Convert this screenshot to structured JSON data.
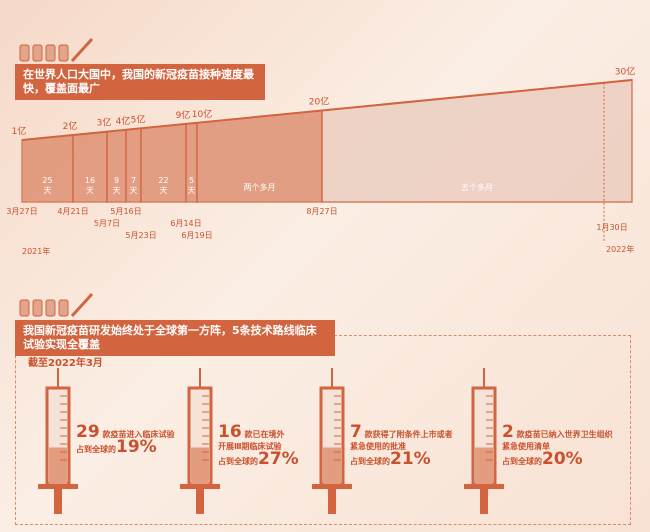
{
  "header1": {
    "title": "在世界人口大国中，我国的新冠疫苗接种速度最快，覆盖面最广"
  },
  "chart_data": {
    "type": "area",
    "title": "在世界人口大国中，我国的新冠疫苗接种速度最快，覆盖面最广",
    "unit": "亿剂",
    "points": [
      {
        "date": "3月27日",
        "value": 1,
        "label": "1亿"
      },
      {
        "date": "4月21日",
        "value": 2,
        "label": "2亿"
      },
      {
        "date": "5月7日",
        "value": 3,
        "label": "3亿"
      },
      {
        "date": "5月16日",
        "value": 4,
        "label": "4亿"
      },
      {
        "date": "5月23日",
        "value": 5,
        "label": "5亿"
      },
      {
        "date": "6月14日",
        "value": 9,
        "label": "9亿"
      },
      {
        "date": "6月19日",
        "value": 10,
        "label": "10亿"
      },
      {
        "date": "8月27日",
        "value": 20,
        "label": "20亿"
      },
      {
        "date": "1月30日",
        "value": 30,
        "label": "30亿"
      }
    ],
    "intervals": [
      "25天",
      "16天",
      "9天",
      "7天",
      "22天",
      "5天",
      "两个多月",
      "五个多月"
    ],
    "year_labels": [
      "2021年",
      "2022年"
    ]
  },
  "header2": {
    "title": "我国新冠疫苗研发始终处于全球第一方阵，5条技术路线临床试验实现全覆盖",
    "date_note": "截至2022年3月"
  },
  "stats": [
    {
      "num": "29",
      "line1": "款疫苗进入临床试验",
      "line2": "",
      "share_prefix": "占到全球的",
      "share": "19%",
      "fill": 0.19
    },
    {
      "num": "16",
      "line1": "款已在境外",
      "line2": "开展Ⅲ期临床试验",
      "share_prefix": "占到全球的",
      "share": "27%",
      "fill": 0.27
    },
    {
      "num": "7",
      "line1": "款获得了附条件上市或者",
      "line2": "紧急使用的批准",
      "share_prefix": "占到全球的",
      "share": "21%",
      "fill": 0.21
    },
    {
      "num": "2",
      "line1": "款疫苗已纳入世界卫生组织",
      "line2": "紧急使用清单",
      "share_prefix": "占到全球的",
      "share": "20%",
      "fill": 0.2
    }
  ],
  "colors": {
    "accent": "#d2643f",
    "fill": "#dd8d6e",
    "text": "#c9512d"
  }
}
